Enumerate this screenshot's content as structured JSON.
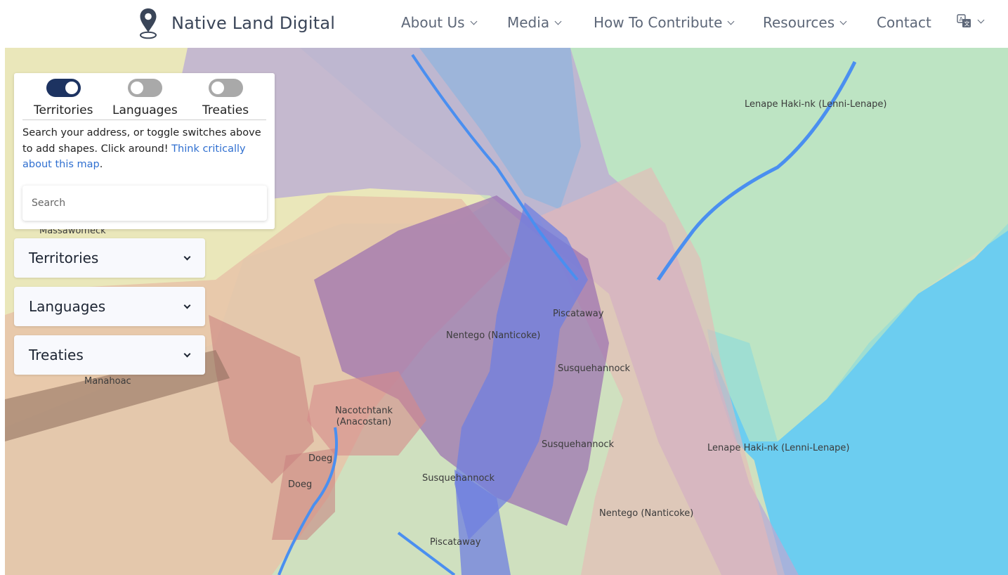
{
  "header": {
    "brand": "Native Land Digital",
    "nav": [
      {
        "label": "About Us",
        "dropdown": true
      },
      {
        "label": "Media",
        "dropdown": true
      },
      {
        "label": "How To Contribute",
        "dropdown": true
      },
      {
        "label": "Resources",
        "dropdown": true
      },
      {
        "label": "Contact",
        "dropdown": false
      }
    ],
    "language_icon": "translate-icon"
  },
  "panel": {
    "toggles": [
      {
        "label": "Territories",
        "on": true
      },
      {
        "label": "Languages",
        "on": false
      },
      {
        "label": "Treaties",
        "on": false
      }
    ],
    "help_text": "Search your address, or toggle switches above to add shapes. Click around! ",
    "help_link": "Think critically about this map",
    "help_end": ".",
    "search_placeholder": "Search"
  },
  "accordions": [
    "Territories",
    "Languages",
    "Treaties"
  ],
  "map_labels": [
    "Lenape Haki-nk (Lenni-Lenape)",
    "Massawomeck",
    "Piscataway",
    "Nentego (Nanticoke)",
    "Susquehannock",
    "Nacotchtank (Anacostan)",
    "Susquehannock",
    "Lenape Haki-nk (Lenni-Lenape)",
    "Doeg",
    "Doeg",
    "Susquehannock",
    "Nentego (Nanticoke)",
    "Manahoac",
    "Piscataway"
  ],
  "colors": {
    "toggle_on": "#1d3361",
    "toggle_off": "#a9a9a9",
    "link": "#2f6fd0",
    "ocean": "#6ccdf0",
    "land": "#cfe0bf"
  }
}
